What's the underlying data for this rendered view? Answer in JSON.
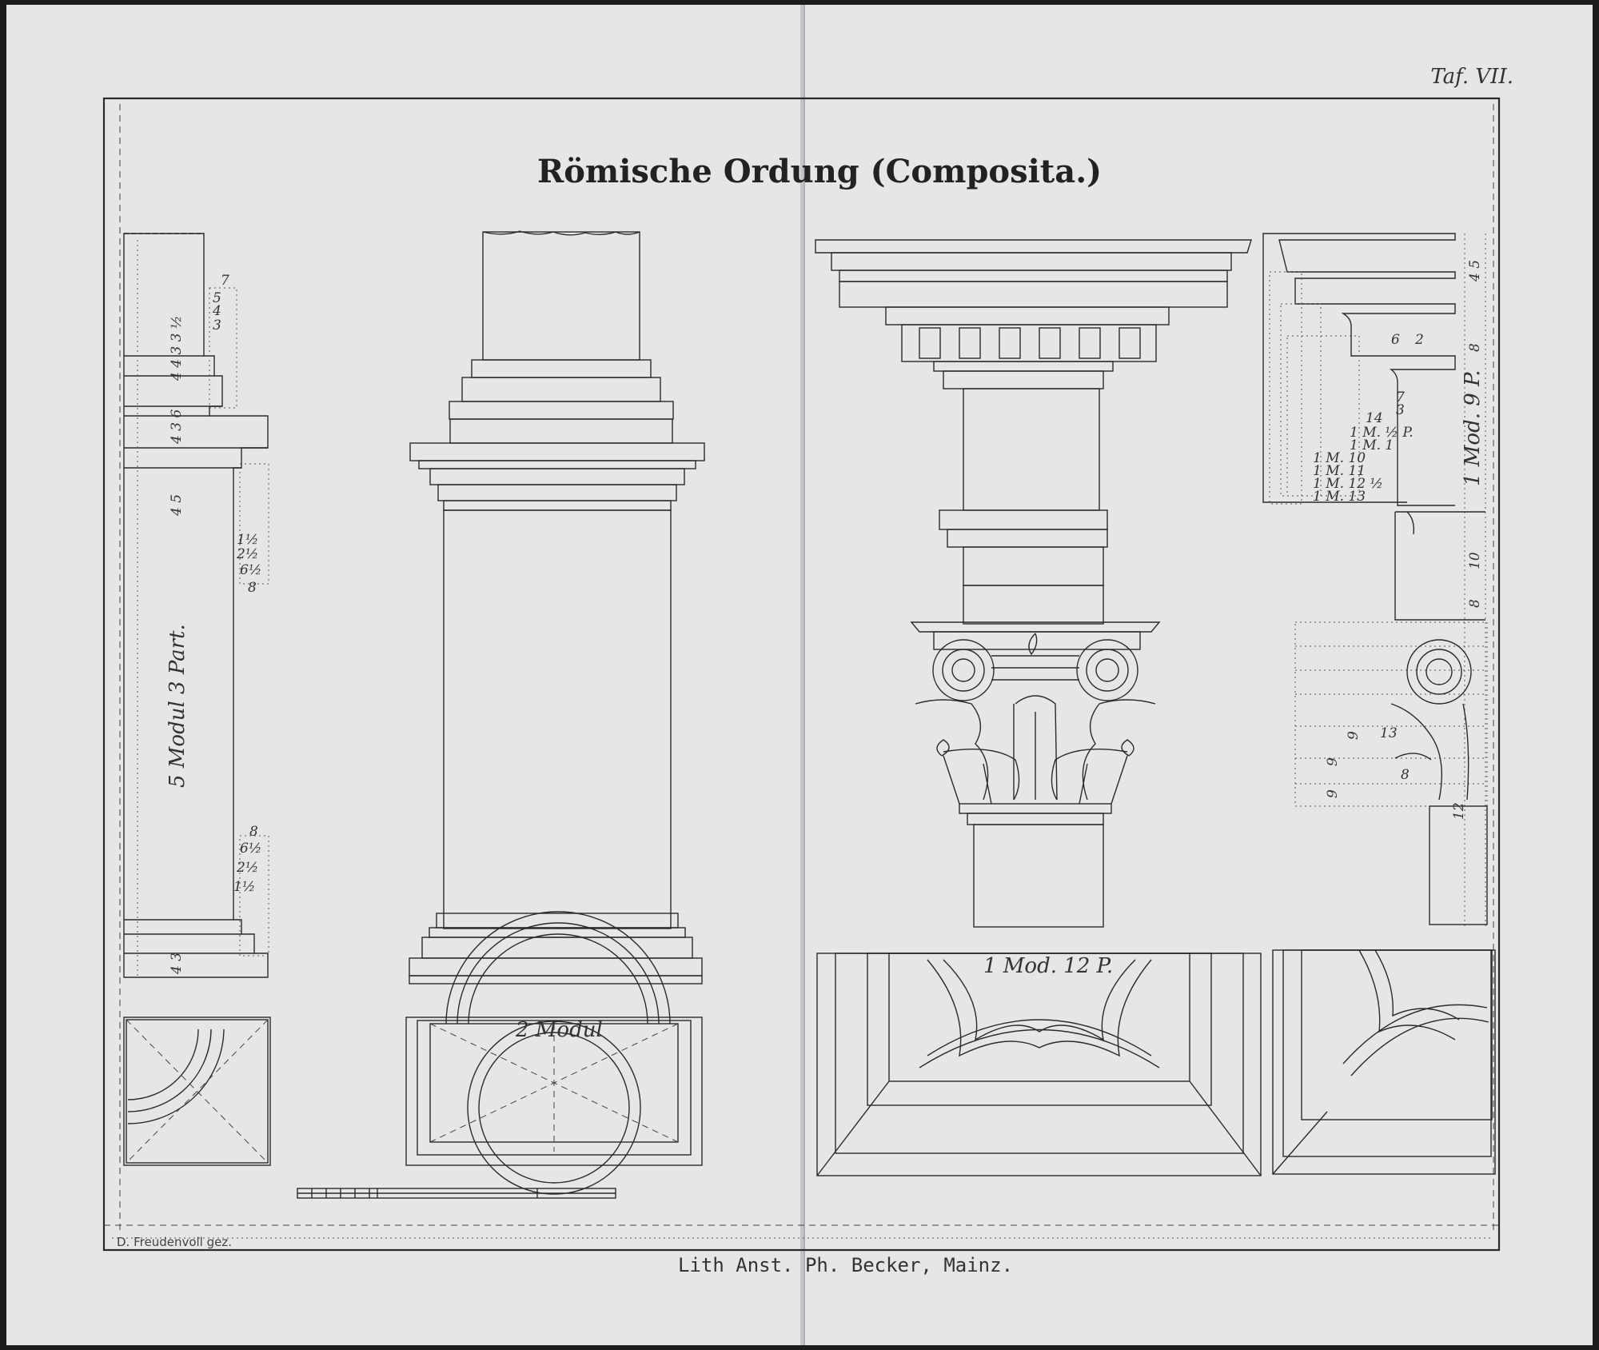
{
  "plate": {
    "title": "Römische Ordung (Composita.)",
    "plate_number": "Taf. VII.",
    "draftsman": "D. Freudenvoll gez.",
    "imprint": "Lith Anst. Ph. Becker, Mainz.",
    "colors": {
      "paper": "#e6e6e8",
      "ink": "#2a2a2a",
      "background": "#1c1c1c"
    }
  },
  "labels": {
    "left_column_height": "5 Modul 3 Part.",
    "base_width": "2 Modul",
    "capital_module": "1 Mod. 12 P.",
    "right_entablature_module": "1 Mod. 9 P."
  },
  "dimensions": {
    "left_top_stack": [
      "7",
      "5",
      "4",
      "3"
    ],
    "left_shaft_upper": [
      "1½",
      "2½",
      "6½",
      "8"
    ],
    "left_shaft_lower": [
      "8",
      "6½",
      "2½",
      "1½"
    ],
    "left_vertical": [
      "4 4 3 3 ½",
      "4 3 6",
      "4 5"
    ],
    "left_bottom": [
      "4 3"
    ],
    "right_top_stack": [
      "6",
      "2",
      "7",
      "3",
      "14"
    ],
    "right_modules": [
      "1 M. ½ P.",
      "1 M. 1",
      "1 M. 10",
      "1 M. 11",
      "1 M. 12 ½",
      "1 M. 13"
    ],
    "right_vertical": [
      "4 5",
      "8",
      "1 Mod. 9 P.",
      "10",
      "8"
    ],
    "right_capital": [
      "13",
      "8",
      "9",
      "9",
      "9",
      "12"
    ]
  }
}
